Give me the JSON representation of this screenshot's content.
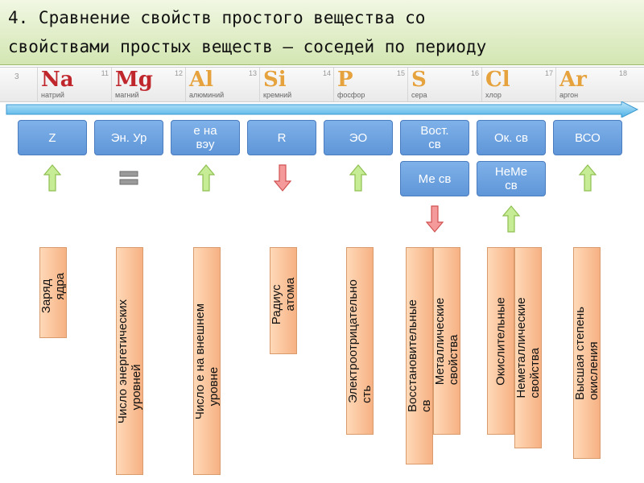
{
  "title": {
    "line1": "4. Сравнение свойств простого вещества со",
    "line2": "свойствами простых веществ – соседей по периоду"
  },
  "periodic_strip": {
    "group_number": "3",
    "elements": [
      {
        "symbol": "Na",
        "name": "натрий",
        "number": "11",
        "color": "#c0272d"
      },
      {
        "symbol": "Mg",
        "name": "магний",
        "number": "12",
        "color": "#c0272d"
      },
      {
        "symbol": "Al",
        "name": "алюминий",
        "number": "13",
        "color": "#e6a23c"
      },
      {
        "symbol": "Si",
        "name": "кремний",
        "number": "14",
        "color": "#e6a23c"
      },
      {
        "symbol": "P",
        "name": "фосфор",
        "number": "15",
        "color": "#e6a23c"
      },
      {
        "symbol": "S",
        "name": "сера",
        "number": "16",
        "color": "#e6a23c"
      },
      {
        "symbol": "Cl",
        "name": "хлор",
        "number": "17",
        "color": "#e6a23c"
      },
      {
        "symbol": "Ar",
        "name": "аргон",
        "number": "18",
        "color": "#e6a23c"
      }
    ]
  },
  "params": [
    {
      "label": "Z",
      "indicator": "up"
    },
    {
      "label": "Эн. Ур",
      "indicator": "equal"
    },
    {
      "label": "е на вэу",
      "indicator": "up"
    },
    {
      "label": "R",
      "indicator": "down"
    },
    {
      "label": "ЭО",
      "indicator": "up"
    },
    {
      "label": "Вост. св",
      "sub_label": "Ме св",
      "indicator": "down"
    },
    {
      "label": "Ок. св",
      "sub_label": "НеМе св",
      "indicator": "up"
    },
    {
      "label": "ВСО",
      "indicator": "up"
    }
  ],
  "cards": [
    {
      "text": "Заряд\n    ядра"
    },
    {
      "text": "Число энергетических\n    уровней"
    },
    {
      "text": "Число е на внешнем\n    уровне"
    },
    {
      "text": "Радиус\n    атома"
    },
    {
      "text": "Электроотрицательно\nсть"
    },
    {
      "text": "Восстановительные\nсв"
    },
    {
      "text": "Металлические\nсвойства"
    },
    {
      "text": "Окислительные"
    },
    {
      "text": "Неметаллические\nсвойства"
    },
    {
      "text": "Высшая степень\nокисления"
    }
  ],
  "colors": {
    "up_arrow": "#a8d86a",
    "down_arrow": "#ee6a6a",
    "param_box": "#6fa3e3",
    "card": "#f8c49b"
  }
}
